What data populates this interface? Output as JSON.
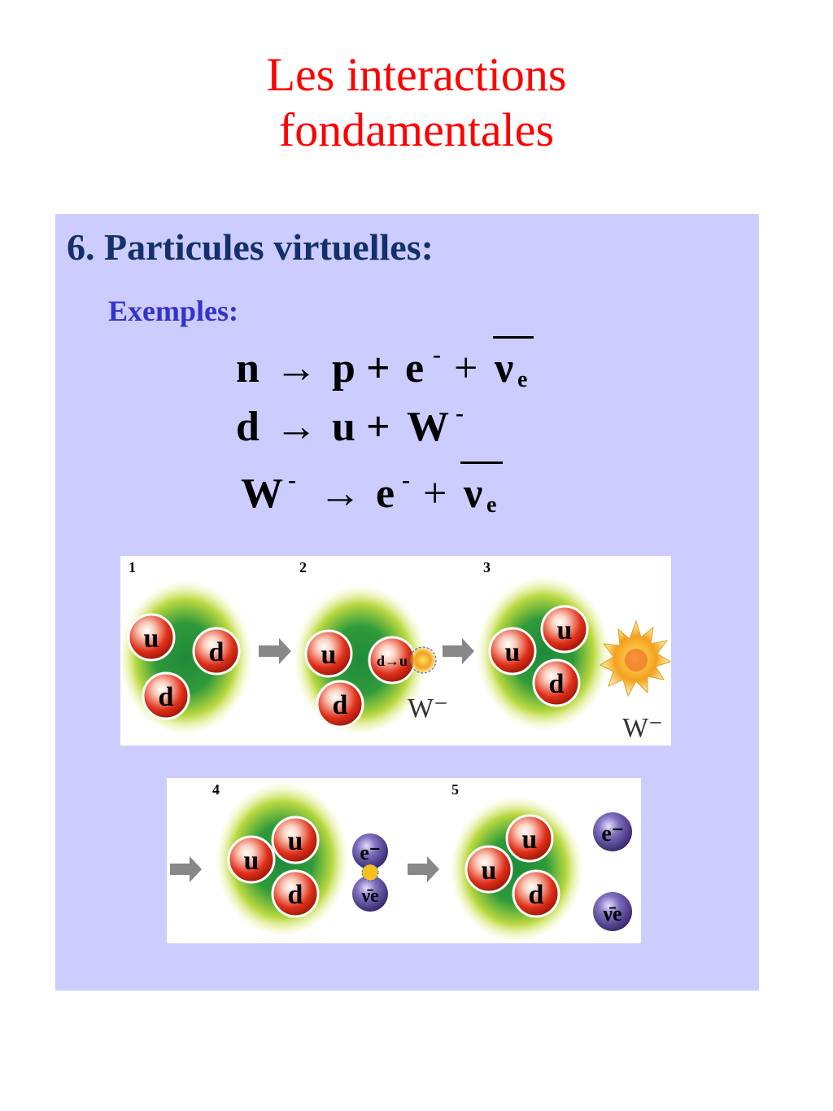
{
  "title": {
    "line1": "Les interactions",
    "line2": "fondamentales"
  },
  "panel": {
    "heading": "6. Particules virtuelles:",
    "examples_label": "Exemples:"
  },
  "equations": {
    "eq1": {
      "lhs": "n",
      "arrow": "→",
      "t1": "p",
      "plus1": "+",
      "t2": "e",
      "t2_sup": "-",
      "plus2": "+",
      "t3": "ν",
      "t3_sub": "e"
    },
    "eq2": {
      "lhs": "d",
      "arrow": "→",
      "t1": "u",
      "plus1": "+",
      "t2": "W",
      "t2_sup": "-"
    },
    "eq3": {
      "lhs": "W",
      "lhs_sup": "-",
      "arrow": "→",
      "t1": "e",
      "t1_sup": "-",
      "plus1": "+",
      "t2": "ν",
      "t2_sub": "e"
    }
  },
  "figure_top": {
    "steps": [
      "1",
      "2",
      "3"
    ],
    "quarks": {
      "u": "u",
      "d": "d",
      "transition": "d→u"
    },
    "boson": "W⁻"
  },
  "figure_bottom": {
    "steps": [
      "4",
      "5"
    ],
    "electron": "e⁻",
    "antineutrino": "ν̄e"
  },
  "colors": {
    "title": "#ff0000",
    "heading": "#13306b",
    "examples": "#3333cc",
    "panel": "#ccccff",
    "quark": "#e0301a",
    "lepton": "#4a3a8a",
    "nucleon_green": "#1f8a3a",
    "nucleon_yellow": "#e8e84a"
  }
}
